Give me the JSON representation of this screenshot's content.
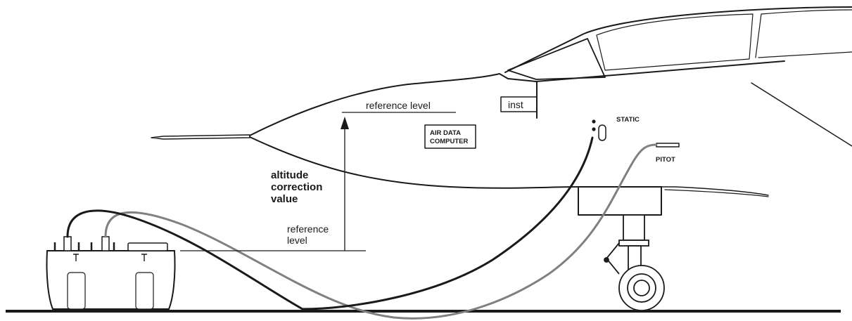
{
  "labels": {
    "reference_level_top": "reference level",
    "reference_level_bottom_line1": "reference",
    "reference_level_bottom_line2": "level",
    "altitude_line1": "altitude",
    "altitude_line2": "correction",
    "altitude_line3": "value",
    "air_data_line1": "AIR DATA",
    "air_data_line2": "COMPUTER",
    "inst": "inst",
    "static": "STATIC",
    "pitot": "PITOT"
  },
  "colors": {
    "ink": "#1a1a1a",
    "static_hose": "#1a1a1a",
    "pitot_hose": "#808080"
  }
}
